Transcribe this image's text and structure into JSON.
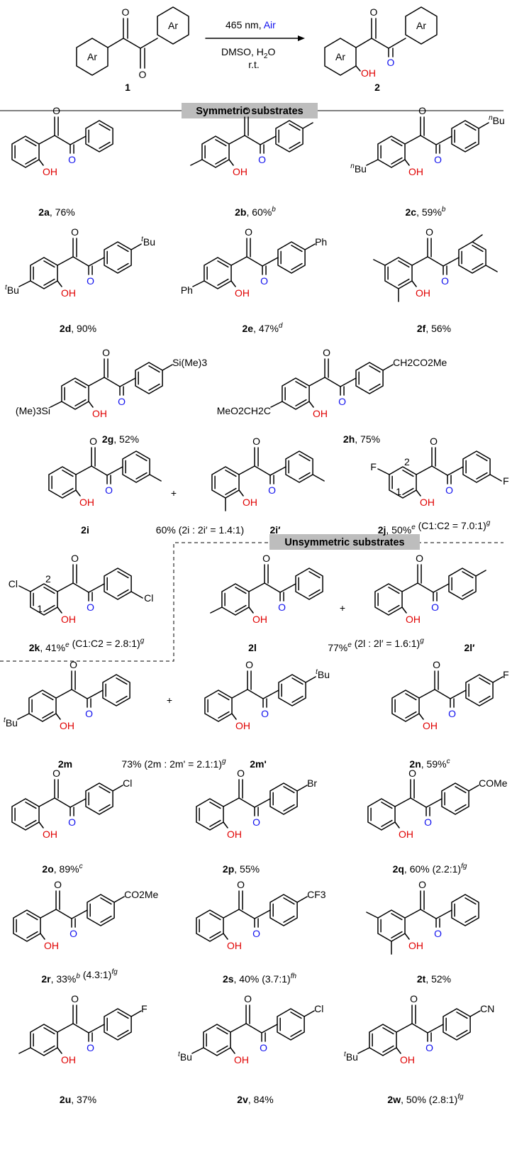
{
  "scheme": {
    "reactant_label": "1",
    "product_label": "2",
    "ar": "Ar",
    "o": "O",
    "oh": "OH",
    "conditions": {
      "light": "465 nm, ",
      "atmosphere": "Air",
      "solvent": "DMSO, H",
      "solvent_sub": "2",
      "solvent_tail": "O",
      "temperature": "r.t."
    },
    "colors": {
      "air": "#1010ee",
      "hydroxyl_oxygen": "#e00000",
      "ketone_oxygen": "#1010ee"
    }
  },
  "sections": {
    "symmetric": "Symmetric substrates",
    "unsymmetric": "Unsymmetric substrates"
  },
  "groups": {
    "me": "",
    "nbu": "Bu",
    "nbu_pre": "n",
    "tbu": "Bu",
    "tbu_pre": "t",
    "ph": "Ph",
    "tms": "Si(Me)3",
    "tms_left": "(Me)3Si",
    "ester": "CH2CO2Me",
    "ester_left": "MeO2CH2C",
    "f": "F",
    "cl": "Cl",
    "br": "Br",
    "come": "COMe",
    "co2me": "CO2Me",
    "cf3": "CF3",
    "cn": "CN"
  },
  "captions": {
    "2a": {
      "id": "2a",
      "text": ", 76%"
    },
    "2b": {
      "id": "2b",
      "text": ", 60%",
      "sup": "b"
    },
    "2c": {
      "id": "2c",
      "text": ", 59%",
      "sup": "b"
    },
    "2d": {
      "id": "2d",
      "text": ", 90%"
    },
    "2e": {
      "id": "2e",
      "text": ", 47%",
      "sup": "d"
    },
    "2f": {
      "id": "2f",
      "text": ", 56%"
    },
    "2g": {
      "id": "2g",
      "text": ", 52%"
    },
    "2h": {
      "id": "2h",
      "text": ", 75%"
    },
    "2i": {
      "id": "2i",
      "text": "60% (",
      "pair": "2i : 2i′ = 1.4:1)",
      "id2": "2i′"
    },
    "2j": {
      "id": "2j",
      "text": ", 50%",
      "sup": "e",
      "tail": " (C1:C2 = 7.0:1)",
      "sup2": "g"
    },
    "2k": {
      "id": "2k",
      "text": ", 41%",
      "sup": "e",
      "tail": " (C1:C2 = 2.8:1)",
      "sup2": "g"
    },
    "2l": {
      "id": "2l",
      "text": "77%",
      "sup": "e",
      "pair": " (2l : 2l′ = 1.6:1)",
      "sup2": "g",
      "id2": "2l′"
    },
    "2m": {
      "id": "2m",
      "text": "73% (",
      "pair": "2m : 2m' = 2.1:1)",
      "sup2": "g",
      "id2": "2m'"
    },
    "2n": {
      "id": "2n",
      "text": ", 59%",
      "sup": "c"
    },
    "2o": {
      "id": "2o",
      "text": ", 89%",
      "sup": "c"
    },
    "2p": {
      "id": "2p",
      "text": ", 55%"
    },
    "2q": {
      "id": "2q",
      "text": ", 60% (2.2:1)",
      "sup": "fg"
    },
    "2r": {
      "id": "2r",
      "text": ", 33%",
      "sup": "b",
      "tail": " (4.3:1)",
      "sup2": "fg"
    },
    "2s": {
      "id": "2s",
      "text": ", 40% (3.7:1)",
      "sup": "fh"
    },
    "2t": {
      "id": "2t",
      "text": ", 52%"
    },
    "2u": {
      "id": "2u",
      "text": ", 37%"
    },
    "2v": {
      "id": "2v",
      "text": ", 84%"
    },
    "2w": {
      "id": "2w",
      "text": ", 50% (2.8:1)",
      "sup": "fg"
    }
  },
  "plus": "+",
  "position_labels": {
    "c1": "1",
    "c2": "2"
  }
}
